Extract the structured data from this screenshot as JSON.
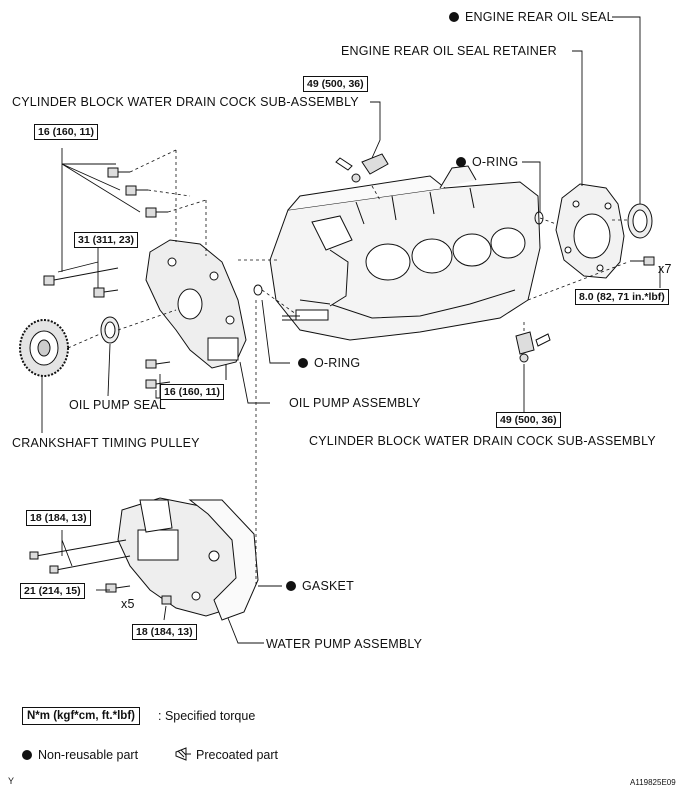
{
  "labels": {
    "engine_rear_oil_seal": "ENGINE REAR OIL SEAL",
    "engine_rear_oil_seal_retainer": "ENGINE REAR OIL SEAL RETAINER",
    "cylinder_block_water_drain_cock_top": "CYLINDER BLOCK WATER DRAIN COCK SUB-ASSEMBLY",
    "o_ring_right": "O-RING",
    "o_ring_center": "O-RING",
    "oil_pump_seal": "OIL PUMP SEAL",
    "oil_pump_assembly": "OIL PUMP ASSEMBLY",
    "crankshaft_timing_pulley": "CRANKSHAFT TIMING PULLEY",
    "cylinder_block_water_drain_cock_bottom": "CYLINDER BLOCK WATER DRAIN COCK SUB-ASSEMBLY",
    "gasket": "GASKET",
    "water_pump_assembly": "WATER PUMP ASSEMBLY"
  },
  "torque": {
    "drain_cock_top": "49 (500, 36)",
    "oil_pump_upper_bolts": "16 (160, 11)",
    "oil_pump_stud": "31 (311, 23)",
    "oil_pump_lower_bolts": "16 (160, 11)",
    "retainer_bolts": "8.0 (82, 71 in.*lbf)",
    "drain_cock_bottom": "49 (500, 36)",
    "water_pump_studs": "18 (184, 13)",
    "water_pump_bolts": "21 (214, 15)",
    "water_pump_nut": "18 (184, 13)"
  },
  "quantities": {
    "retainer_bolts": "x7",
    "water_pump_bolts": "x5"
  },
  "legend": {
    "torque_box": "N*m (kgf*cm, ft.*lbf)",
    "torque_desc": ": Specified torque",
    "non_reusable": "Non-reusable part",
    "precoated": "Precoated part"
  },
  "footer": {
    "left_code": "Y",
    "right_code": "A119825E09"
  }
}
